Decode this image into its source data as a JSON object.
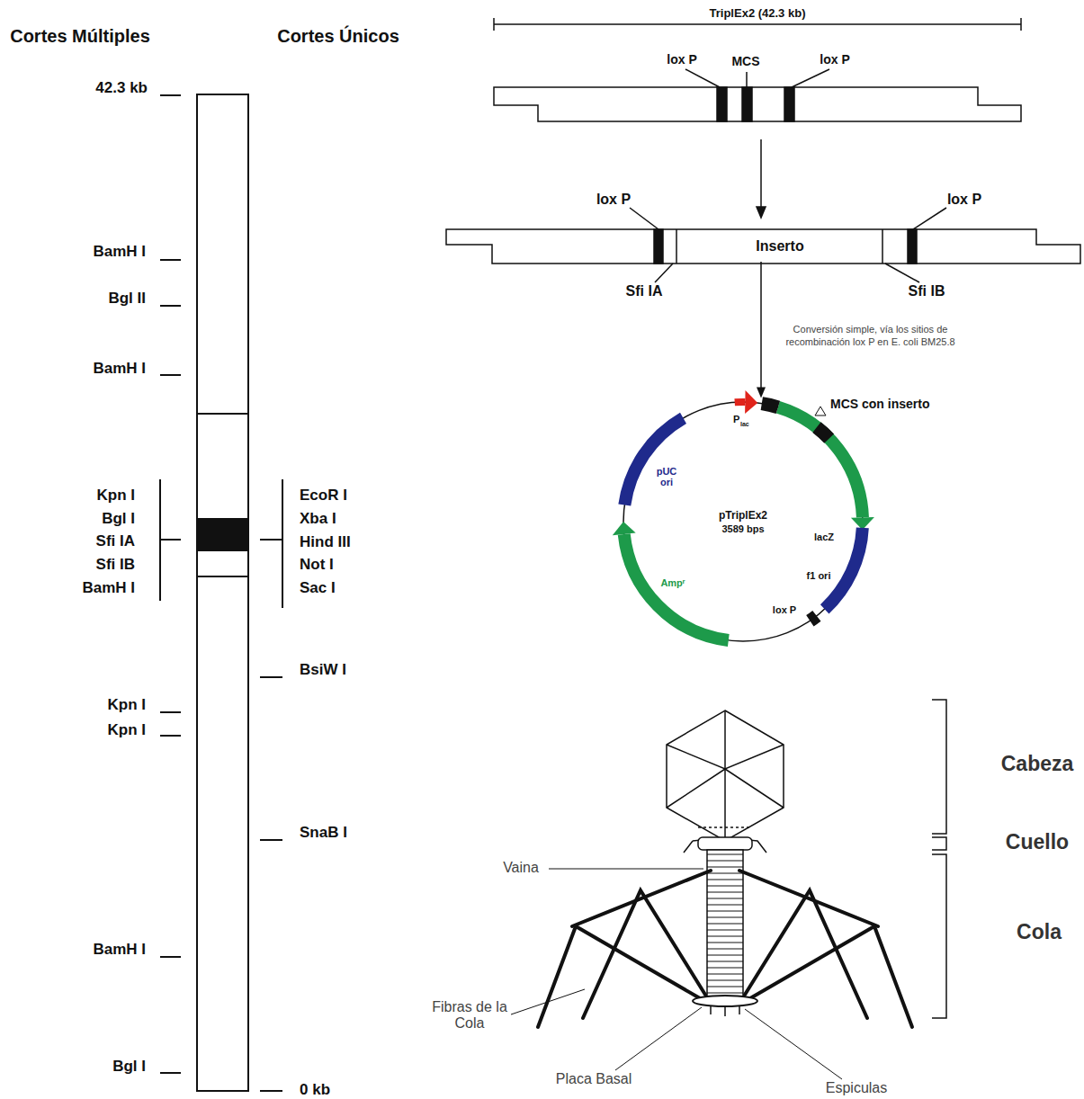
{
  "diagram": {
    "nodes": [
      {
        "text": [
          "Inserto"
        ]
      },
      {
        "text": [
          "pTriplEx2",
          "3589 bps"
        ]
      }
    ],
    "edges": [
      {
        "from": 0,
        "to": 1,
        "arrow": "to",
        "label": "Conversión simple, vía los sitios de recombinación lox P en E. coli BM25.8"
      }
    ],
    "labels": [
      "Cortes Múltiples",
      "Cortes Únicos",
      "42.3 kb",
      "BamH I",
      "Bgl II",
      "BamH I",
      "Kpn I",
      "Bgl I",
      "Sfi IA",
      "Sfi IB",
      "BamH I",
      "Kpn I",
      "Kpn I",
      "BamH I",
      "Bgl I",
      "EcoR I",
      "Xba I",
      "Hind III",
      "Not I",
      "Sac I",
      "BsiW I",
      "SnaB I",
      "0 kb",
      "TriplEx2 (42.3 kb)",
      "lox P",
      "MCS",
      "lox P",
      "lox P",
      "lox P",
      "Sfi IA",
      "Sfi IB",
      "MCS con inserto",
      "P",
      "lac",
      "pUC ori",
      "lacZ",
      "f1 ori",
      "lox P",
      "Ampʳ",
      "Cabeza",
      "Cuello",
      "Cola",
      "Vaina",
      "Fibras de la Cola",
      "Placa Basal",
      "Espiculas"
    ]
  }
}
